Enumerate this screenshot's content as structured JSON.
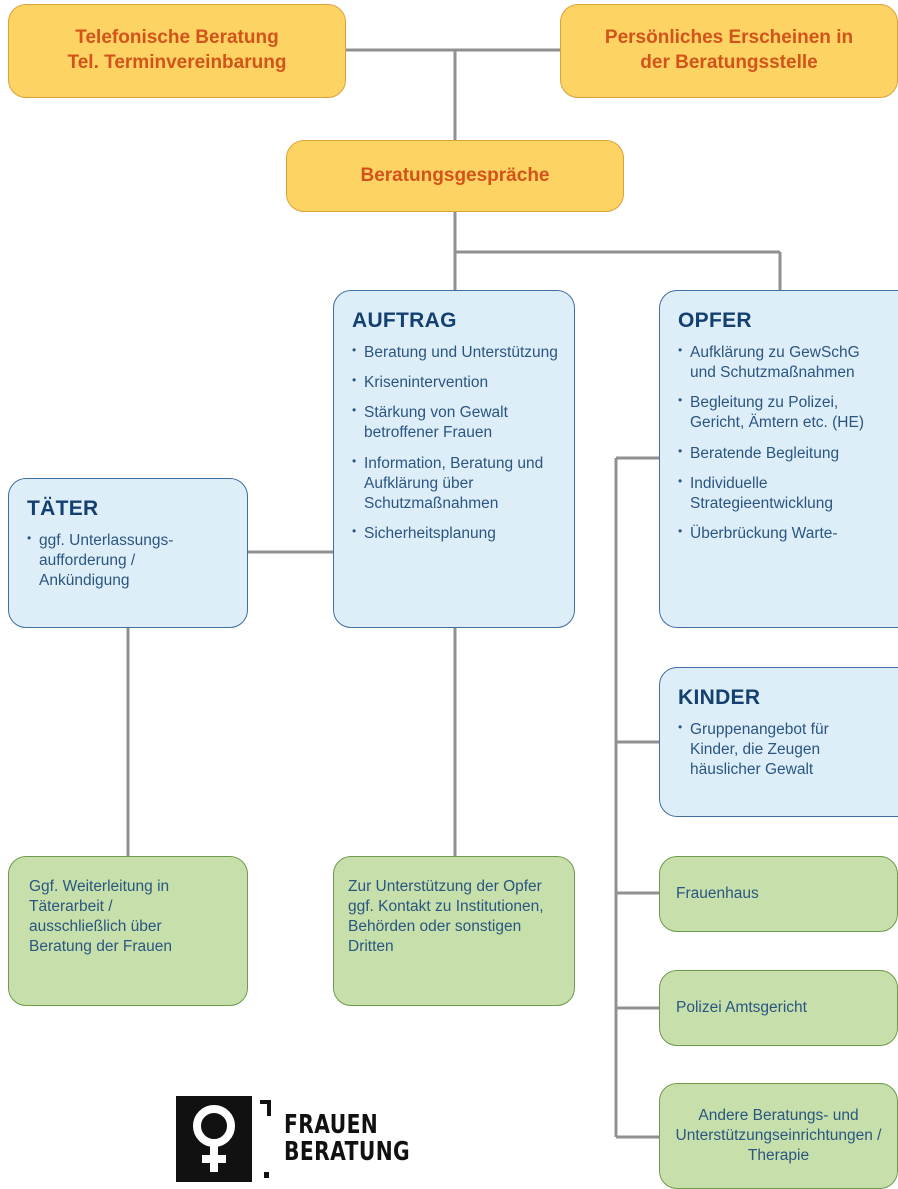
{
  "top": {
    "left_box": {
      "line1": "Telefonische Beratung",
      "line2": "Tel. Terminvereinbarung"
    },
    "right_box": {
      "line1": "Persönliches Erscheinen in",
      "line2": "der Beratungsstelle"
    }
  },
  "center_box": {
    "label": "Beratungsgespräche"
  },
  "auftrag": {
    "title": "AUFTRAG",
    "items": [
      "Beratung und Unterstützung",
      "Krisenintervention",
      "Stärkung von Gewalt betroffener Frauen",
      "Information, Beratung und Aufklärung über Schutzmaßnahmen",
      "Sicherheitsplanung"
    ]
  },
  "opfer": {
    "title": "OPFER",
    "items": [
      "Aufklärung zu GewSchG und Schutzmaßnahmen",
      "Begleitung zu Polizei, Gericht, Ämtern etc. (HE)",
      "Beratende Begleitung",
      "Individuelle Strategieentwicklung",
      "Überbrückung Warte-"
    ]
  },
  "taeter": {
    "title": "TÄTER",
    "items": [
      "ggf. Unterlassungs- aufforderung / Ankündigung"
    ]
  },
  "kinder": {
    "title": "KINDER",
    "items": [
      "Gruppenangebot für Kinder, die Zeugen häuslicher Gewalt"
    ]
  },
  "green": {
    "taeterarbeit": "Ggf. Weiterleitung in Täterarbeit / ausschließlich über Beratung der Frauen",
    "institutionen": "Zur Unterstützung der Opfer ggf. Kontakt zu Institutionen, Behörden oder sonstigen Dritten",
    "frauenhaus": "Frauenhaus",
    "polizei": "Polizei Amtsgericht",
    "andere": "Andere Beratungs- und Unterstützungseinrichtungen / Therapie"
  },
  "logo": {
    "line1": "FRAUEN",
    "line2": "BERATUNG"
  },
  "colors": {
    "yellow_fill": "#fdd364",
    "orange_text": "#d2541a",
    "blue_fill": "#deeef9",
    "blue_border": "#3f6f9f",
    "navy_title": "#13406f",
    "green_fill": "#c6dfab",
    "connector": "#909090"
  }
}
